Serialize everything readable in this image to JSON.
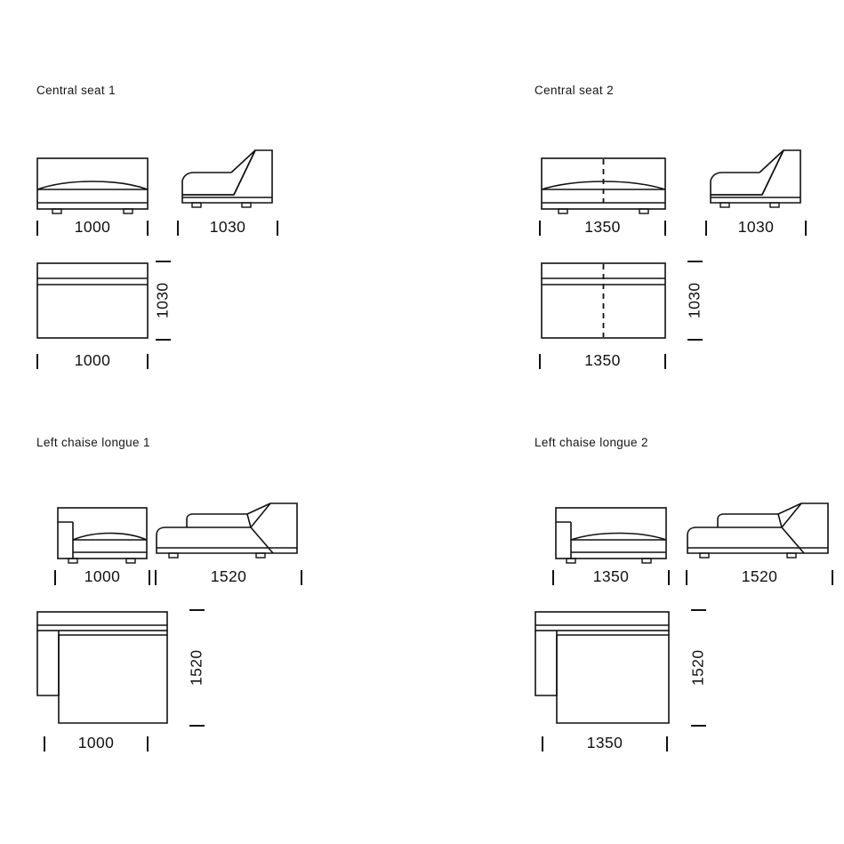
{
  "sheet": {
    "background_color": "#ffffff",
    "line_color": "#111111"
  },
  "modules": [
    {
      "id": "central-seat-1",
      "title": "Central seat 1",
      "front": {
        "width_label": "1000"
      },
      "side": {
        "width_label": "1030"
      },
      "plan": {
        "width_label": "1000",
        "depth_label": "1030"
      },
      "has_divider": false,
      "has_armrest": false
    },
    {
      "id": "central-seat-2",
      "title": "Central seat 2",
      "front": {
        "width_label": "1350"
      },
      "side": {
        "width_label": "1030"
      },
      "plan": {
        "width_label": "1350",
        "depth_label": "1030"
      },
      "has_divider": true,
      "has_armrest": false
    },
    {
      "id": "left-chaise-longue-1",
      "title": "Left chaise longue 1",
      "front": {
        "width_label": "1000"
      },
      "side": {
        "width_label": "1520"
      },
      "plan": {
        "width_label": "1000",
        "depth_label": "1520"
      },
      "has_divider": false,
      "has_armrest": true
    },
    {
      "id": "left-chaise-longue-2",
      "title": "Left chaise longue 2",
      "front": {
        "width_label": "1350"
      },
      "side": {
        "width_label": "1520"
      },
      "plan": {
        "width_label": "1350",
        "depth_label": "1520"
      },
      "has_divider": true,
      "has_armrest": true
    }
  ]
}
